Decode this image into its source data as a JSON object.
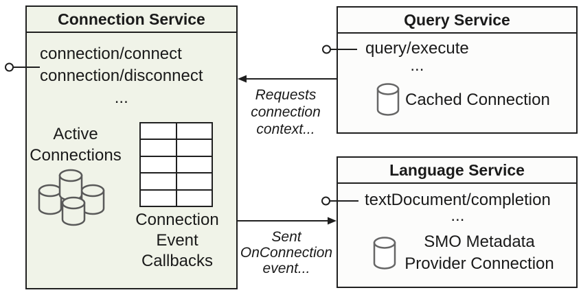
{
  "colors": {
    "box_border": "#1f1f1f",
    "connection_box_fill": "#f0f3e8",
    "service_box_fill": "#fcfcfb",
    "cylinder_stroke": "#595959",
    "text": "#1a1a1a"
  },
  "connection": {
    "title": "Connection Service",
    "methods": [
      "connection/connect",
      "connection/disconnect"
    ],
    "ellipsis": "...",
    "active_label": [
      "Active",
      "Connections"
    ],
    "callbacks_label": [
      "Connection",
      "Event",
      "Callbacks"
    ]
  },
  "query": {
    "title": "Query Service",
    "method": "query/execute",
    "ellipsis": "...",
    "cache_label": "Cached Connection"
  },
  "language": {
    "title": "Language Service",
    "method": "textDocument/completion",
    "ellipsis": "...",
    "provider_label": [
      "SMO Metadata",
      "Provider Connection"
    ]
  },
  "annotations": {
    "requests": [
      "Requests",
      "connection",
      "context..."
    ],
    "sent": [
      "Sent",
      "OnConnection",
      "event..."
    ]
  },
  "icons": {
    "lollipop": "provided-interface-icon",
    "database": "database-icon",
    "database_cluster": "database-cluster-icon",
    "table": "callbacks-table-icon"
  }
}
